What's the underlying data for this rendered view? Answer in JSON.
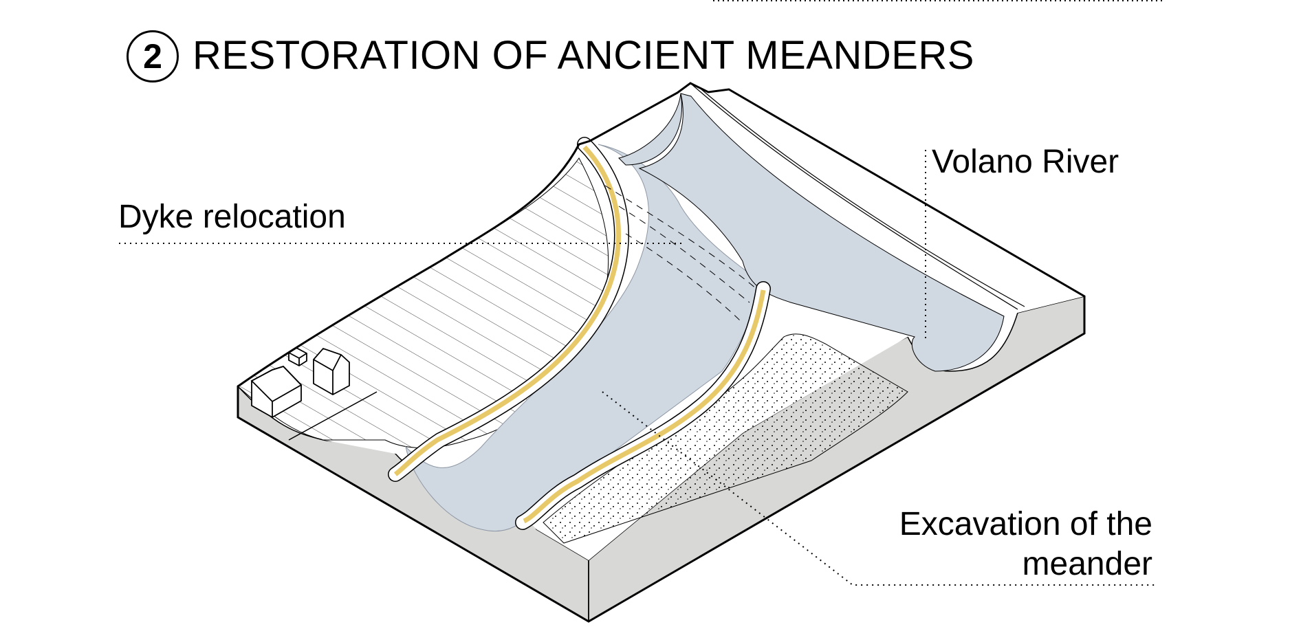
{
  "title": {
    "number": "2",
    "text": "RESTORATION OF ANCIENT MEANDERS"
  },
  "annotations": {
    "dyke": "Dyke relocation",
    "river": "Volano River",
    "excavation_line1": "Excavation of the",
    "excavation_line2": "meander"
  },
  "colors": {
    "water": "#D0D8E2",
    "dyke_path": "#E8C96A",
    "section_side": "#D8D8D6",
    "outline": "#000000",
    "ground": "#FFFFFF"
  },
  "features": [
    {
      "name": "farmland-fields",
      "pattern": "parallel hatch lines"
    },
    {
      "name": "houses",
      "count": 3
    },
    {
      "name": "relocated-dyke",
      "pattern": "yellow path on levee"
    },
    {
      "name": "old-dyke-trace",
      "pattern": "dashed lines"
    },
    {
      "name": "restored-meander-channel",
      "pattern": "blue water"
    },
    {
      "name": "excavation-area",
      "pattern": "stippled dots"
    },
    {
      "name": "volano-river-channel",
      "pattern": "blue water"
    }
  ]
}
